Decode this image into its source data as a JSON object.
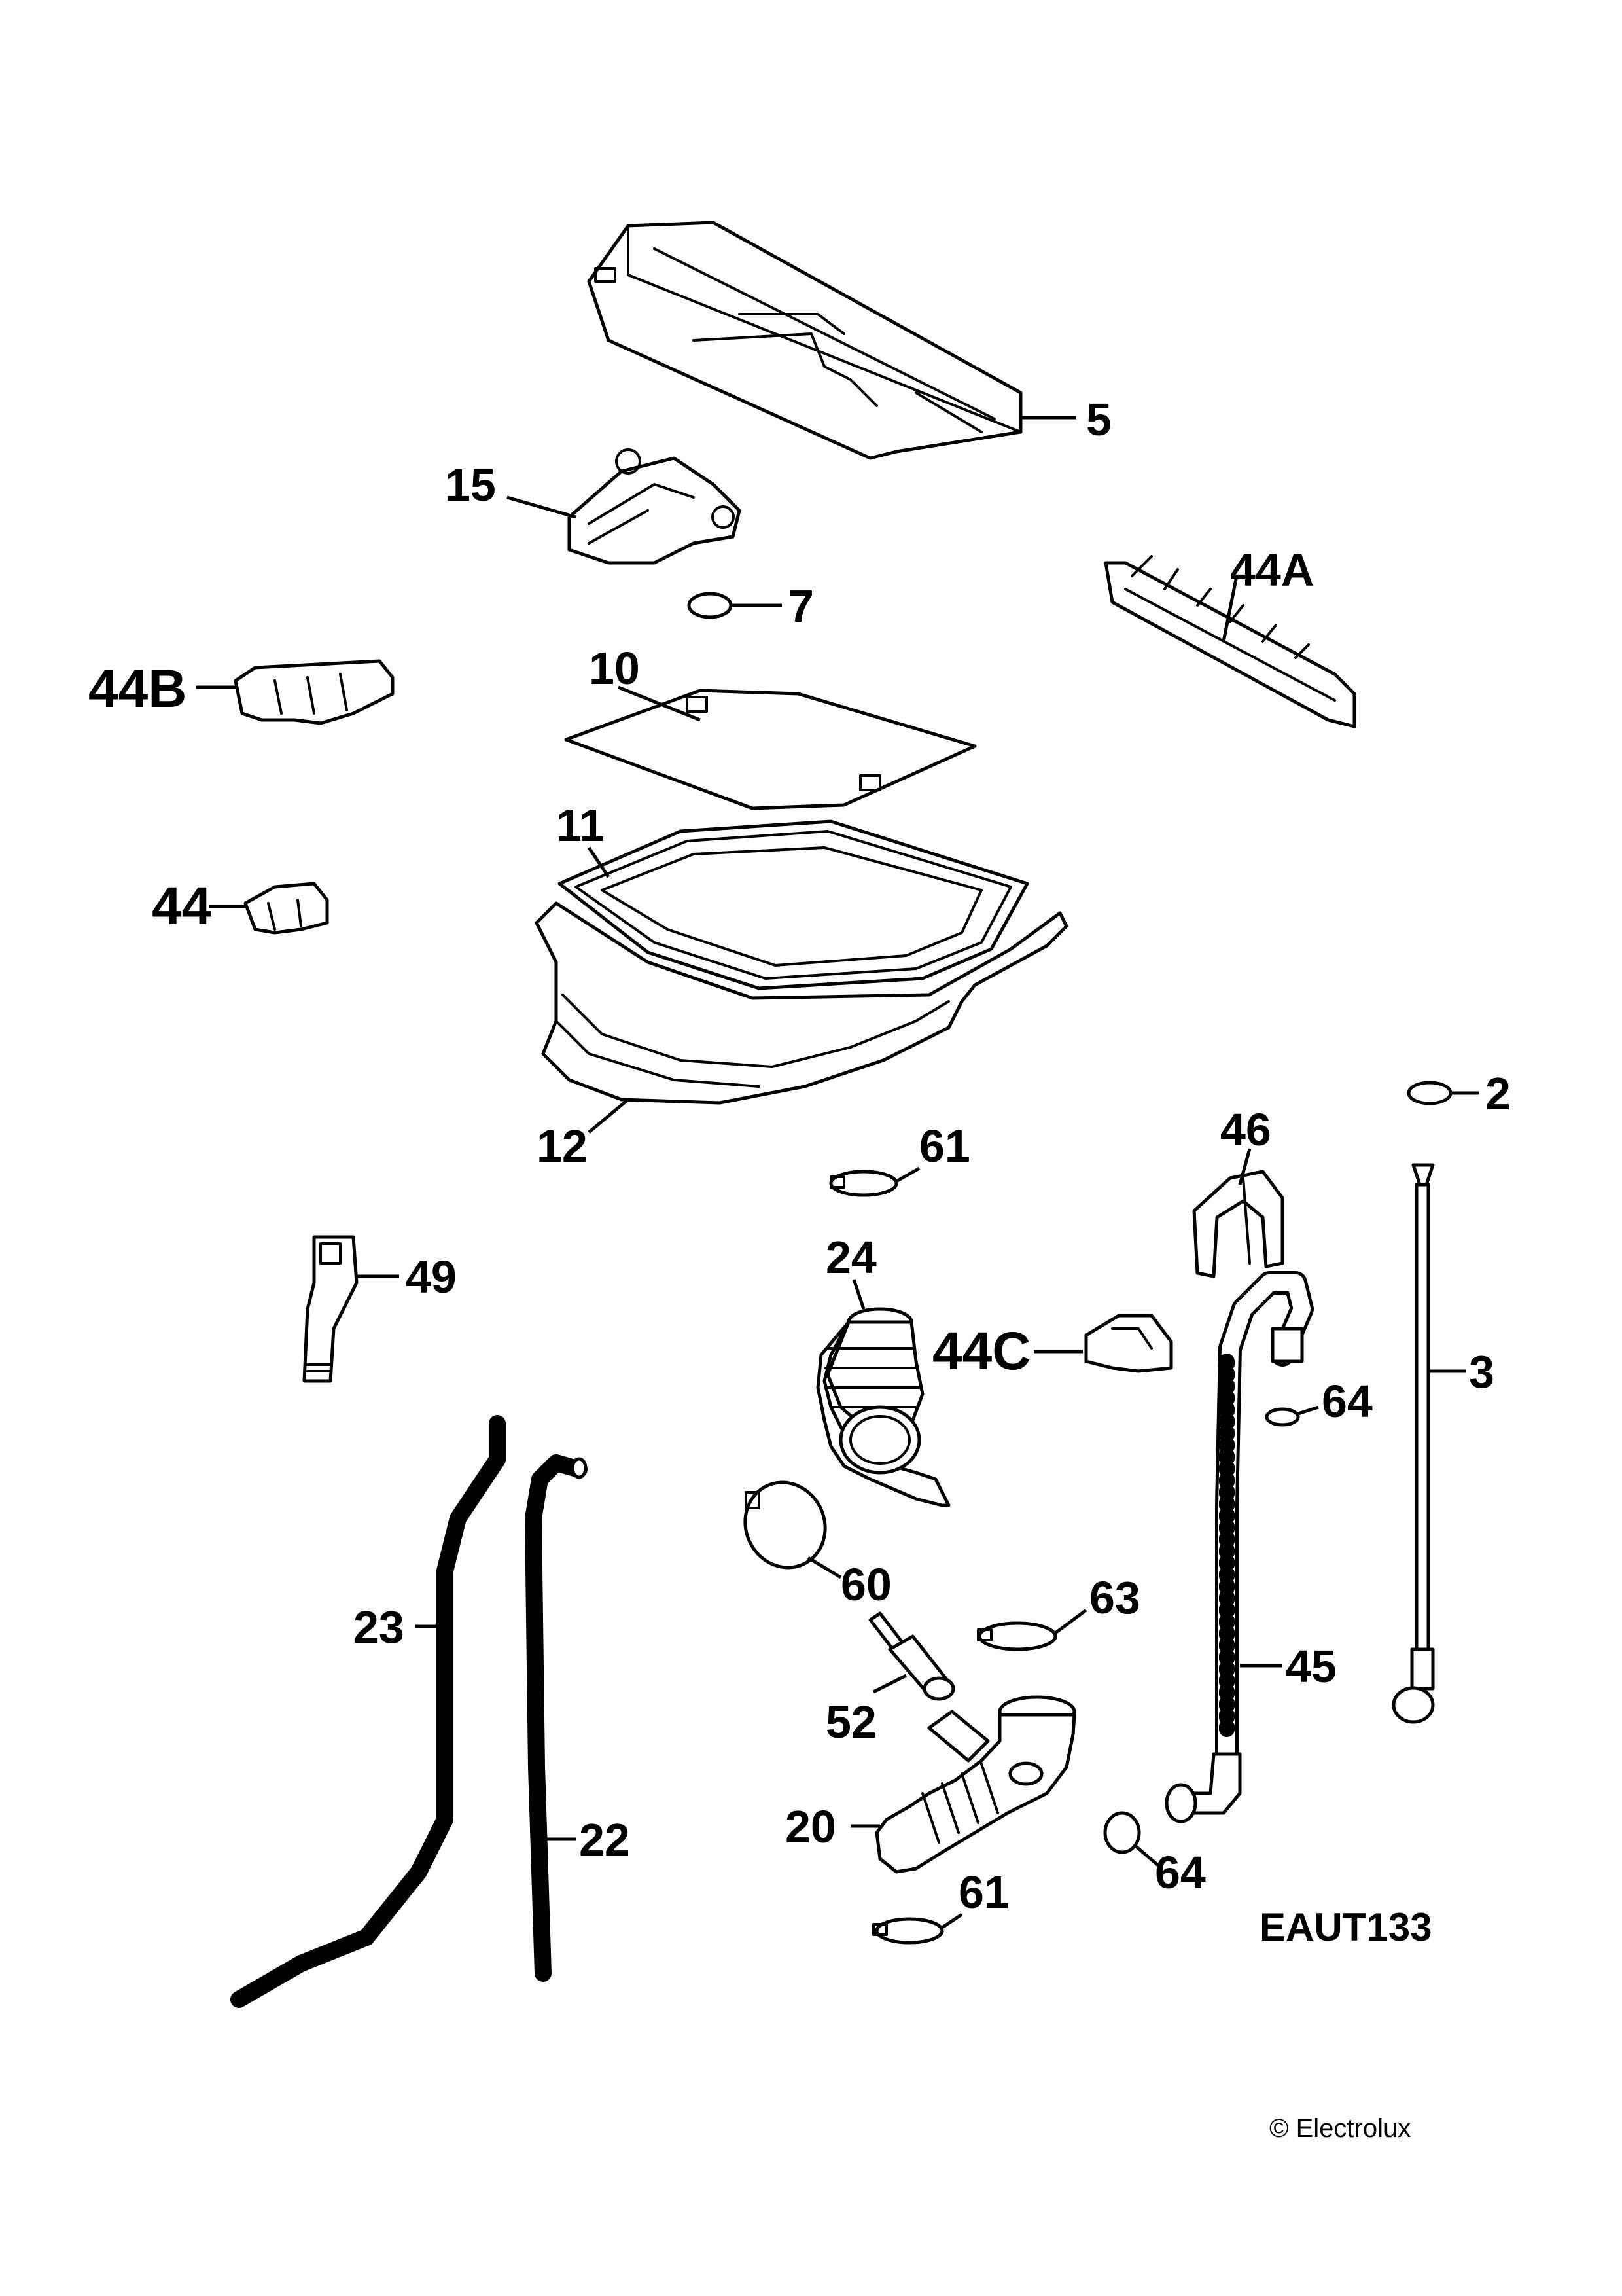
{
  "diagram": {
    "drawing_code": "EAUT133",
    "copyright": "© Electrolux",
    "labels": {
      "p2": "2",
      "p3": "3",
      "p5": "5",
      "p7": "7",
      "p10": "10",
      "p11": "11",
      "p12": "12",
      "p15": "15",
      "p20": "20",
      "p22": "22",
      "p23": "23",
      "p24": "24",
      "p44": "44",
      "p44A": "44A",
      "p44B": "44B",
      "p44C": "44C",
      "p45": "45",
      "p46": "46",
      "p49": "49",
      "p52": "52",
      "p60": "60",
      "p61a": "61",
      "p61b": "61",
      "p63": "63",
      "p64a": "64",
      "p64b": "64"
    }
  }
}
